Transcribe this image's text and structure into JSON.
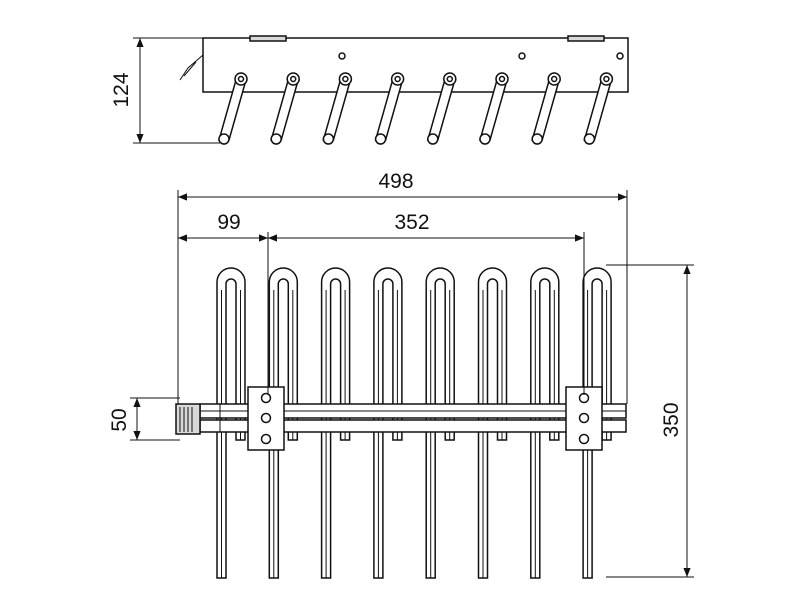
{
  "dimensions": {
    "top_height": "124",
    "overall_width": "498",
    "left_offset": "99",
    "hanger_span": "352",
    "rail_height": "50",
    "overall_depth": "350"
  },
  "hanger_count": 8,
  "colors": {
    "line": "#111111",
    "fill": "#ffffff",
    "shade": "#d9d9d9"
  }
}
